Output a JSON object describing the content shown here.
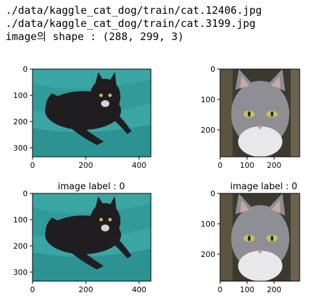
{
  "output": {
    "lines": [
      "./data/kaggle_cat_dog/train/cat.12406.jpg",
      "./data/kaggle_cat_dog/train/cat.3199.jpg",
      "image의 shape : (288, 299, 3)"
    ]
  },
  "subplots": {
    "titles": [
      "",
      "",
      "image label : 0",
      "image label : 0"
    ],
    "left_cat": {
      "x_ticks": [
        "0",
        "200",
        "400"
      ],
      "y_ticks": [
        "0",
        "100",
        "200",
        "300"
      ]
    },
    "right_cat": {
      "x_ticks": [
        "0",
        "100",
        "200"
      ],
      "y_ticks": [
        "0",
        "100",
        "200"
      ]
    },
    "colors": {
      "left_bg": "#3aa6a4",
      "left_bg_dark": "#1e7f80",
      "cat_black": "#1f1d20",
      "right_cat_gray": "#8f8e94",
      "right_bg": "#3b3a2f",
      "eye": "#c8c25a"
    }
  }
}
